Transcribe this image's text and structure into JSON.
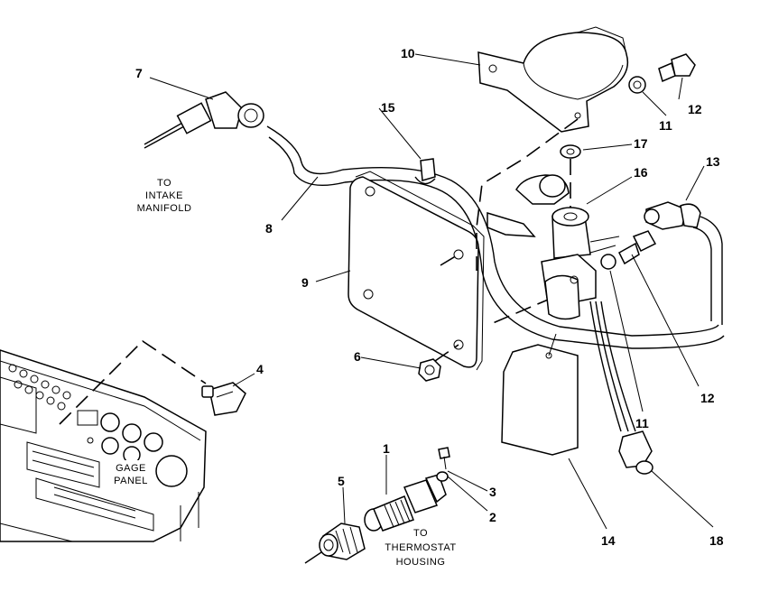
{
  "diagram": {
    "callouts": {
      "c1": "1",
      "c2": "2",
      "c3": "3",
      "c4": "4",
      "c5": "5",
      "c6": "6",
      "c7": "7",
      "c8": "8",
      "c9": "9",
      "c10": "10",
      "c11a": "11",
      "c11b": "11",
      "c12a": "12",
      "c12b": "12",
      "c13": "13",
      "c14": "14",
      "c15": "15",
      "c16": "16",
      "c17": "17",
      "c18": "18"
    },
    "notes": {
      "intake": [
        "TO",
        "INTAKE",
        "MANIFOLD"
      ],
      "thermostat": [
        "TO",
        "THERMOSTAT",
        "HOUSING"
      ],
      "gage_panel": [
        "GAGE",
        "PANEL"
      ]
    }
  }
}
